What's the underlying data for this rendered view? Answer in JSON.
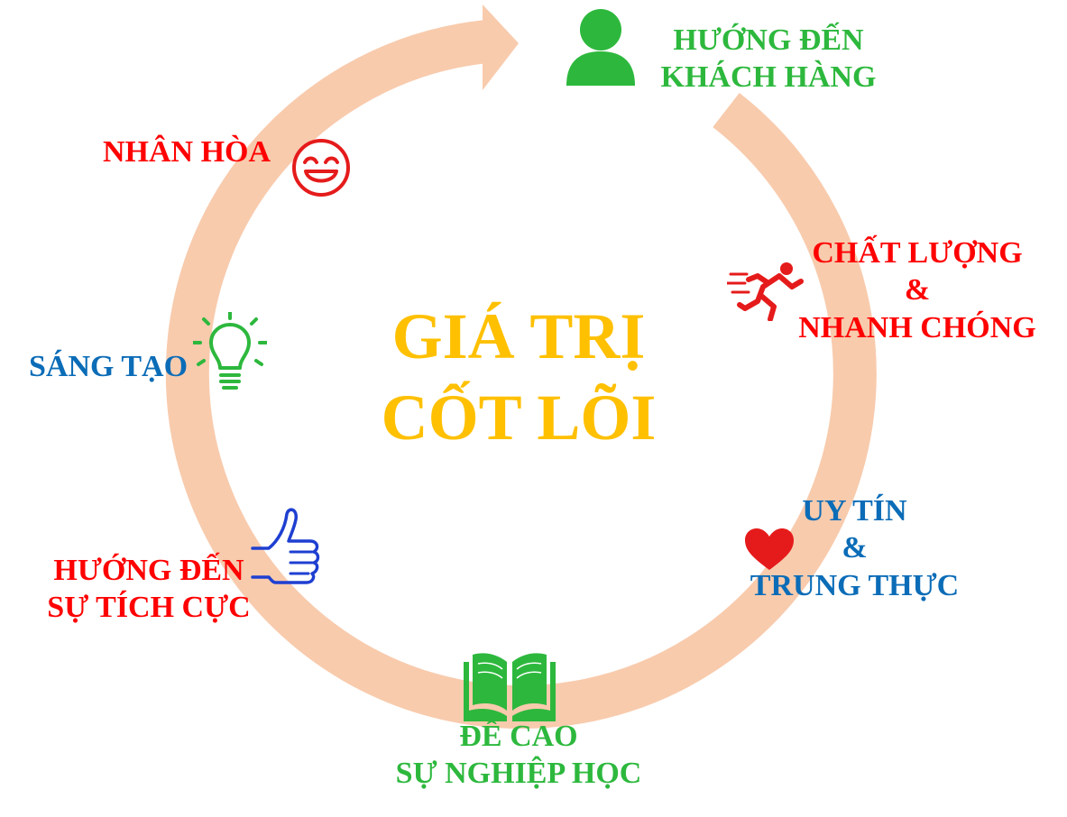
{
  "title": {
    "line1": "GIÁ TRỊ",
    "line2": "CỐT LÕI"
  },
  "values": {
    "customer": {
      "line1": "HƯỚNG ĐẾN",
      "line2": "KHÁCH HÀNG",
      "color": "#2DB83D",
      "icon": "person-icon"
    },
    "quality": {
      "line1": "CHẤT LƯỢNG",
      "line2": "&",
      "line3": "NHANH CHÓNG",
      "color": "#FF0000",
      "icon": "running-person-icon"
    },
    "trust": {
      "line1": "UY TÍN",
      "line2": "&",
      "line3": "TRUNG THỰC",
      "color": "#0B6CB7",
      "icon": "heart-icon"
    },
    "learning": {
      "line1": "ĐỀ CAO",
      "line2": "SỰ NGHIỆP HỌC",
      "color": "#2DB83D",
      "icon": "open-book-icon"
    },
    "positive": {
      "line1": "HƯỚNG ĐẾN",
      "line2": "SỰ TÍCH CỰC",
      "color": "#FF0000",
      "icon": "thumbs-up-icon"
    },
    "creative": {
      "line1": "SÁNG TẠO",
      "color": "#0B6CB7",
      "icon": "lightbulb-icon"
    },
    "harmony": {
      "line1": "NHÂN HÒA",
      "color": "#FF0000",
      "icon": "smiley-icon"
    }
  },
  "colors": {
    "cycle_arrow": "#F8CBAD",
    "title": "#FFC000"
  }
}
